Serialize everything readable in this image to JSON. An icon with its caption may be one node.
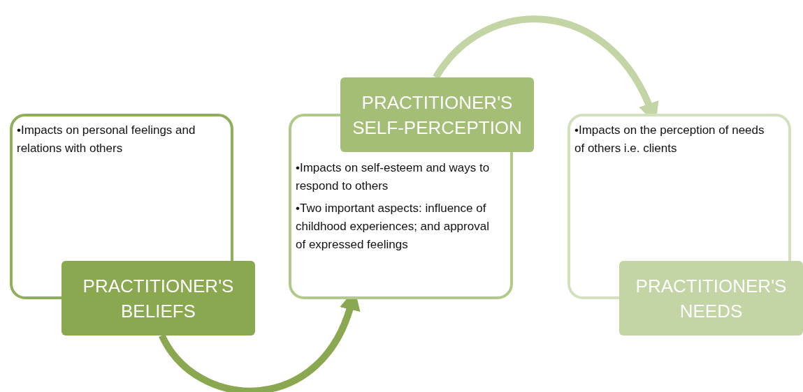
{
  "diagram": {
    "nodes": [
      {
        "text": [
          "•Impacts on personal feelings and relations with others",
          "PRACTITIONER'S BELIEFS"
        ]
      },
      {
        "text": [
          "PRACTITIONER'S SELF-PERCEPTION",
          "•Impacts on self-esteem and ways to respond to others",
          "•Two important aspects: influence of childhood experiences; and approval of expressed feelings"
        ]
      },
      {
        "text": [
          "•Impacts on the perception of needs of others i.e. clients",
          "PRACTITIONER'S NEEDS"
        ]
      }
    ],
    "edges": [
      {
        "from": 0,
        "to": 1,
        "arrow": "to",
        "color": "#8aa84f"
      },
      {
        "from": 1,
        "to": 2,
        "arrow": "to",
        "color": "#c3d4a5"
      }
    ]
  }
}
